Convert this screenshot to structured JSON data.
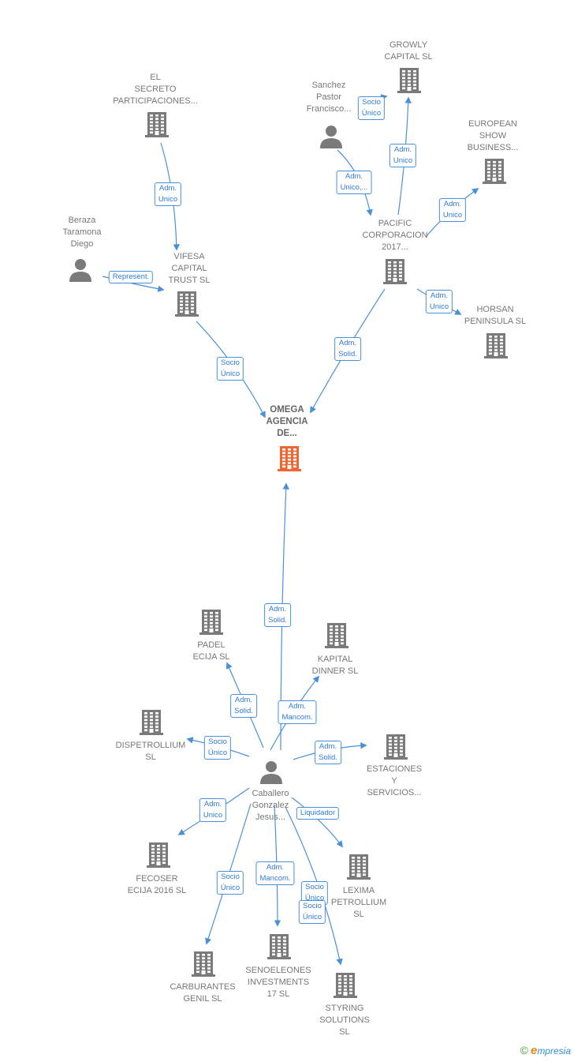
{
  "colors": {
    "edge": "#4a90d9",
    "node": "#7a7a7a",
    "main_node": "#ee6633",
    "badge_text": "#2f7bd6"
  },
  "nodes": [
    {
      "id": "omega",
      "type": "company",
      "main": true,
      "label": "OMEGA\nAGENCIA\nDE..."
    },
    {
      "id": "vifesa",
      "type": "company",
      "label": "VIFESA\nCAPITAL\nTRUST  SL"
    },
    {
      "id": "elsecreto",
      "type": "company",
      "label": "EL\nSECRETO\nPARTICIPACIONES..."
    },
    {
      "id": "beraza",
      "type": "person",
      "label": "Beraza\nTaramona\nDiego"
    },
    {
      "id": "pacific",
      "type": "company",
      "label": "PACIFIC\nCORPORACION\n2017..."
    },
    {
      "id": "growly",
      "type": "company",
      "label": "GROWLY\nCAPITAL  SL"
    },
    {
      "id": "sanchez",
      "type": "person",
      "label": "Sanchez\nPastor\nFrancisco..."
    },
    {
      "id": "european",
      "type": "company",
      "label": "EUROPEAN\nSHOW\nBUSINESS..."
    },
    {
      "id": "horsan",
      "type": "company",
      "label": "HORSAN\nPENINSULA  SL"
    },
    {
      "id": "caballero",
      "type": "person",
      "label": "Caballero\nGonzalez\nJesus..."
    },
    {
      "id": "padel",
      "type": "company",
      "label": "PADEL\nECIJA SL"
    },
    {
      "id": "kapital",
      "type": "company",
      "label": "KAPITAL\nDINNER  SL"
    },
    {
      "id": "dispetrollium",
      "type": "company",
      "label": "DISPETROLLIUM\nSL"
    },
    {
      "id": "estaciones",
      "type": "company",
      "label": "ESTACIONES\nY\nSERVICIOS..."
    },
    {
      "id": "fecoser",
      "type": "company",
      "label": "FECOSER\nECIJA 2016  SL"
    },
    {
      "id": "lexima",
      "type": "company",
      "label": "LEXIMA\nPETROLLIUM\nSL"
    },
    {
      "id": "carburantes",
      "type": "company",
      "label": "CARBURANTES\nGENIL  SL"
    },
    {
      "id": "senoeleones",
      "type": "company",
      "label": "SENOELEONES\nINVESTMENTS\n17  SL"
    },
    {
      "id": "styring",
      "type": "company",
      "label": "STYRING\nSOLUTIONS\nSL"
    }
  ],
  "edges": [
    {
      "label": "Socio\nÚnico"
    },
    {
      "label": "Adm.\nUnico"
    },
    {
      "label": "Represent."
    },
    {
      "label": "Adm.\nSolid."
    },
    {
      "label": "Adm.\nUnico"
    },
    {
      "label": "Socio\nÚnico"
    },
    {
      "label": "Adm.\nUnico,..."
    },
    {
      "label": "Adm.\nUnico"
    },
    {
      "label": "Adm.\nUnico"
    },
    {
      "label": "Adm.\nSolid."
    },
    {
      "label": "Adm.\nSolid."
    },
    {
      "label": "Adm.\nMancom."
    },
    {
      "label": "Socio\nÚnico"
    },
    {
      "label": "Adm.\nSolid."
    },
    {
      "label": "Adm.\nUnico"
    },
    {
      "label": "Liquidador"
    },
    {
      "label": "Socio\nÚnico"
    },
    {
      "label": "Adm.\nMancom."
    },
    {
      "label": "Socio\nÚnico"
    },
    {
      "label": "Socio\nÚnico"
    }
  ],
  "footer": {
    "copyright": "©",
    "brand_initial": "e",
    "brand_rest": "mpresia"
  }
}
